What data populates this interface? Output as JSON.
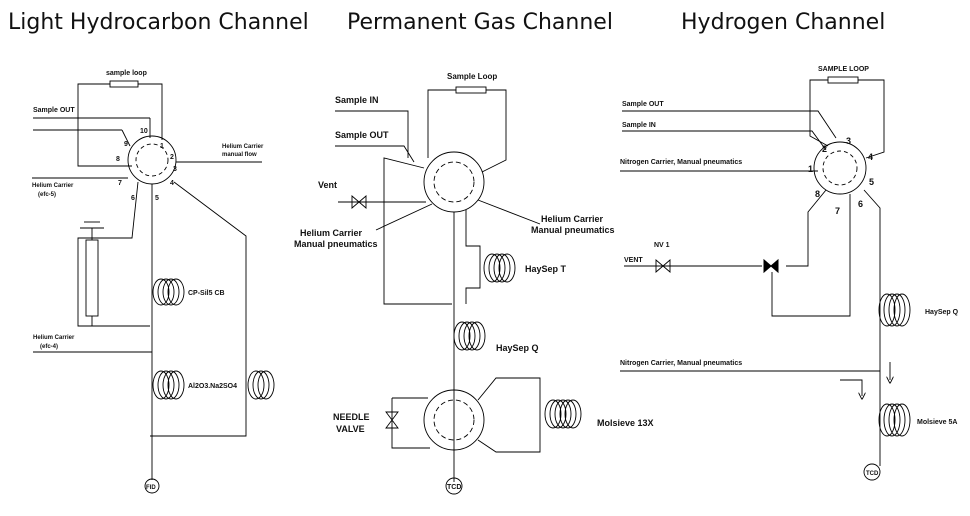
{
  "titles": {
    "light": "Light Hydrocarbon Channel",
    "permanent": "Permanent Gas Channel",
    "hydrogen": "Hydrogen Channel"
  },
  "light_channel": {
    "sample_loop": "sample loop",
    "sample_out": "Sample OUT",
    "helium_carrier_manual_flow": [
      "Helium Carrier",
      "manual flow"
    ],
    "helium_carrier_efc5": [
      "Helium Carrier",
      "(efc-5)"
    ],
    "helium_carrier_efc4": [
      "Helium Carrier",
      "(efc-4)"
    ],
    "column_1": "CP-Sil5 CB",
    "column_2": "Al2O3.Na2SO4",
    "detector": "FID",
    "ports": [
      "1",
      "2",
      "3",
      "4",
      "5",
      "6",
      "7",
      "8",
      "9",
      "10"
    ]
  },
  "permanent_channel": {
    "sample_loop": "Sample Loop",
    "sample_in": "Sample IN",
    "sample_out": "Sample OUT",
    "vent": "Vent",
    "helium_carrier_left": [
      "Helium Carrier",
      "Manual pneumatics"
    ],
    "helium_carrier_right": [
      "Helium Carrier",
      "Manual pneumatics"
    ],
    "column_1": "HaySep T",
    "column_2": "HaySep Q",
    "column_3": "Molsieve 13X",
    "needle_valve": [
      "NEEDLE",
      "VALVE"
    ],
    "detector": "TCD"
  },
  "hydrogen_channel": {
    "sample_loop": "SAMPLE LOOP",
    "sample_out": "Sample OUT",
    "sample_in": "Sample IN",
    "nitrogen_carrier_1": "Nitrogen Carrier, Manual pneumatics",
    "nitrogen_carrier_2": "Nitrogen Carrier, Manual pneumatics",
    "vent": "VENT",
    "nv": "NV 1",
    "column_1": "HaySep Q",
    "column_2": "Molsieve 5A",
    "detector": "TCD",
    "ports": [
      "1",
      "2",
      "3",
      "4",
      "5",
      "6",
      "7",
      "8"
    ]
  }
}
